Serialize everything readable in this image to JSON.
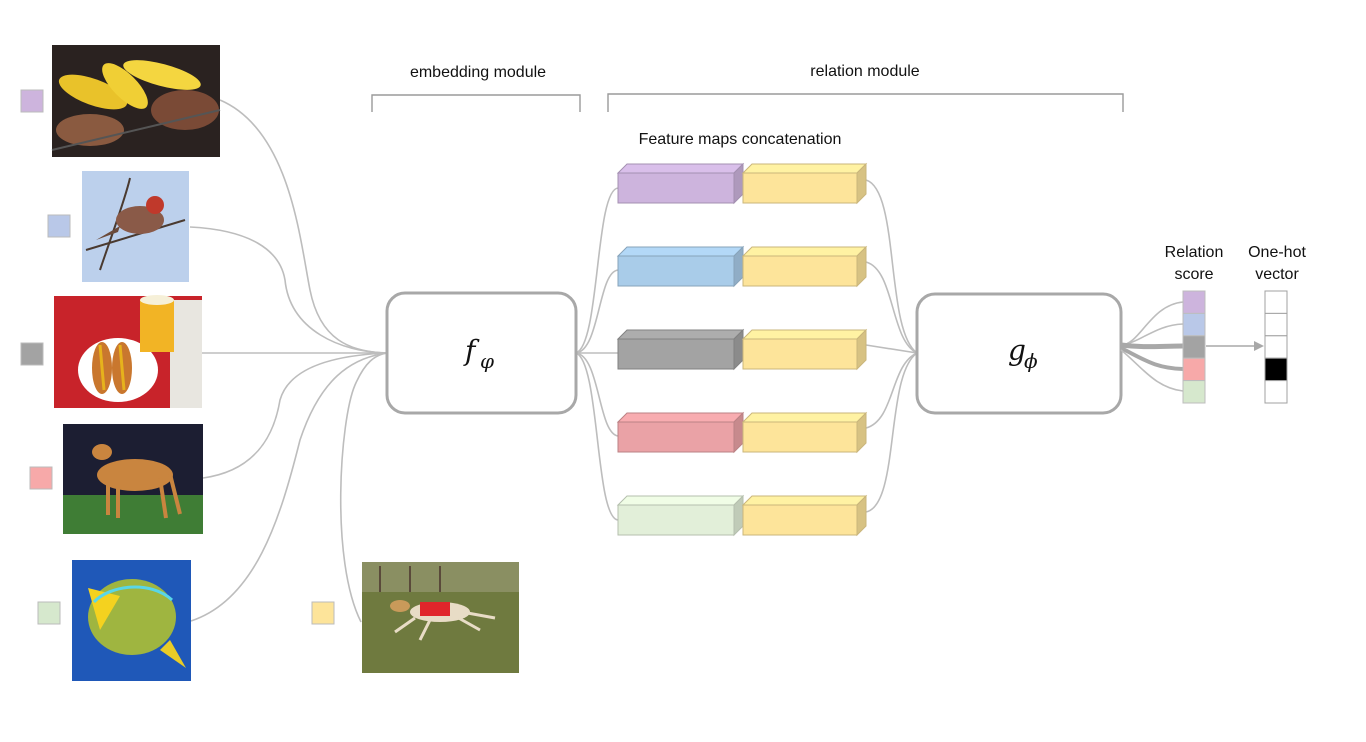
{
  "labels": {
    "embedding_module": "embedding module",
    "relation_module": "relation module",
    "feature_maps": "Feature maps concatenation",
    "relation_score_line1": "Relation",
    "relation_score_line2": "score",
    "onehot_line1": "One-hot",
    "onehot_line2": "vector"
  },
  "modules": {
    "embedding": {
      "symbol": "f",
      "subscript": "φ"
    },
    "relation": {
      "symbol": "g",
      "subscript": "ϕ"
    }
  },
  "class_colors": {
    "barbecue": "#cdb4dd",
    "bird": "#b9c8e8",
    "hotdog": "#a3a3a3",
    "dog": "#f7a9a9",
    "fish": "#d6e8cd",
    "query": "#fde49a"
  },
  "support_images": [
    {
      "name": "barbecue-image",
      "icon": "barbecue-photo"
    },
    {
      "name": "bird-image",
      "icon": "bird-photo"
    },
    {
      "name": "hotdog-image",
      "icon": "hotdog-photo"
    },
    {
      "name": "dog-image",
      "icon": "dog-photo"
    },
    {
      "name": "fish-image",
      "icon": "fish-photo"
    }
  ],
  "query_image": {
    "name": "query-dog-image",
    "icon": "running-dog-photo"
  },
  "feature_pairs": [
    {
      "support_color": "#cdb4dd",
      "query_color": "#fde49a"
    },
    {
      "support_color": "#a9cce9",
      "query_color": "#fde49a"
    },
    {
      "support_color": "#a3a3a3",
      "query_color": "#fde49a"
    },
    {
      "support_color": "#eaa2a6",
      "query_color": "#fde49a"
    },
    {
      "support_color": "#e2efd9",
      "query_color": "#fde49a"
    }
  ],
  "relation_scores": [
    "#cdb4dd",
    "#b9c8e8",
    "#a3a3a3",
    "#f7a9a9",
    "#d6e8cd"
  ],
  "onehot_vector": [
    0,
    0,
    0,
    1,
    0
  ]
}
